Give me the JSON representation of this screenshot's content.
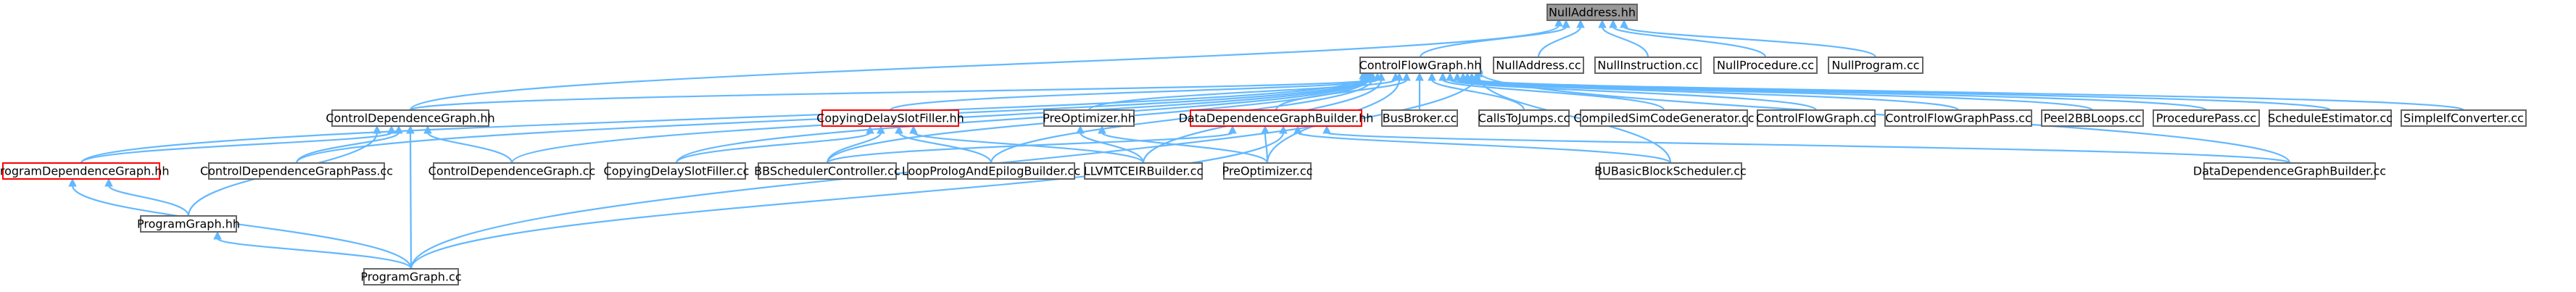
{
  "graph": {
    "colors": {
      "edge": "#63b8ff",
      "node_border": "#666666",
      "root_fill": "#999999",
      "truncated_border": "#ff0000"
    },
    "nodes": {
      "nulladdress_hh": "NullAddress.hh",
      "controlflowgraph_hh": "ControlFlowGraph.hh",
      "nulladdress_cc": "NullAddress.cc",
      "nullinstruction_cc": "NullInstruction.cc",
      "nullprocedure_cc": "NullProcedure.cc",
      "nullprogram_cc": "NullProgram.cc",
      "controldependencegraph_hh": "ControlDependenceGraph.hh",
      "copyingdelayslotfiller_hh": "CopyingDelaySlotFiller.hh",
      "preoptimizer_hh": "PreOptimizer.hh",
      "datadependencegraphbuilder_hh": "DataDependenceGraphBuilder.hh",
      "busbroker_cc": "BusBroker.cc",
      "callstojumps_cc": "CallsToJumps.cc",
      "compiledsimcodegenerator_cc": "CompiledSimCodeGenerator.cc",
      "controlflowgraph_cc": "ControlFlowGraph.cc",
      "controlflowgraphpass_cc": "ControlFlowGraphPass.cc",
      "peel2bbloops_cc": "Peel2BBLoops.cc",
      "procedurepass_cc": "ProcedurePass.cc",
      "scheduleestimator_cc": "ScheduleEstimator.cc",
      "simpleifconverter_cc": "SimpleIfConverter.cc",
      "programdependencegraph_hh": "ProgramDependenceGraph.hh",
      "controldependencegraphpass_cc": "ControlDependenceGraphPass.cc",
      "controldependencegraph_cc": "ControlDependenceGraph.cc",
      "copyingdelayslotfiller_cc": "CopyingDelaySlotFiller.cc",
      "bbschedulercontroller_cc": "BBSchedulerController.cc",
      "loopprologandepilogbuilder_cc": "LoopPrologAndEpilogBuilder.cc",
      "llvmtceirbuilder_cc": "LLVMTCEIRBuilder.cc",
      "preoptimizer_cc": "PreOptimizer.cc",
      "bubasicblockscheduler_cc": "BUBasicBlockScheduler.cc",
      "datadependencegraphbuilder_cc": "DataDependenceGraphBuilder.cc",
      "programgraph_hh": "ProgramGraph.hh",
      "programgraph_cc": "ProgramGraph.cc"
    }
  }
}
